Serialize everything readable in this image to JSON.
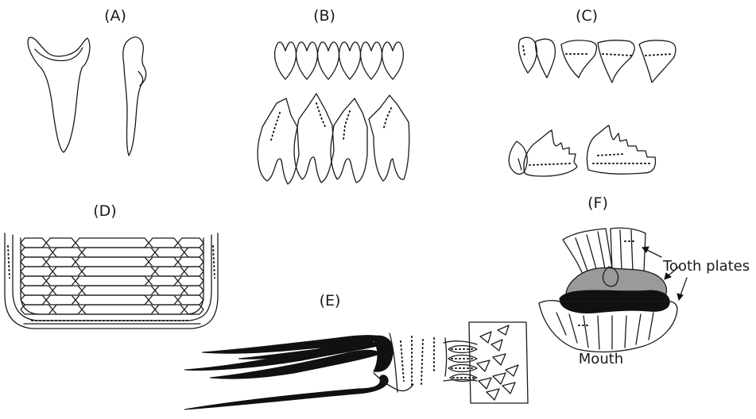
{
  "panels": {
    "a": "(A)",
    "b": "(B)",
    "c": "(C)",
    "d": "(D)",
    "e": "(E)",
    "f": "(F)"
  },
  "annotations": {
    "tooth_plates": "Tooth plates",
    "mouth": "Mouth"
  },
  "colors": {
    "ink": "#1a1a1a",
    "plate_gray": "#9a9a9a",
    "plate_dark": "#111111"
  }
}
